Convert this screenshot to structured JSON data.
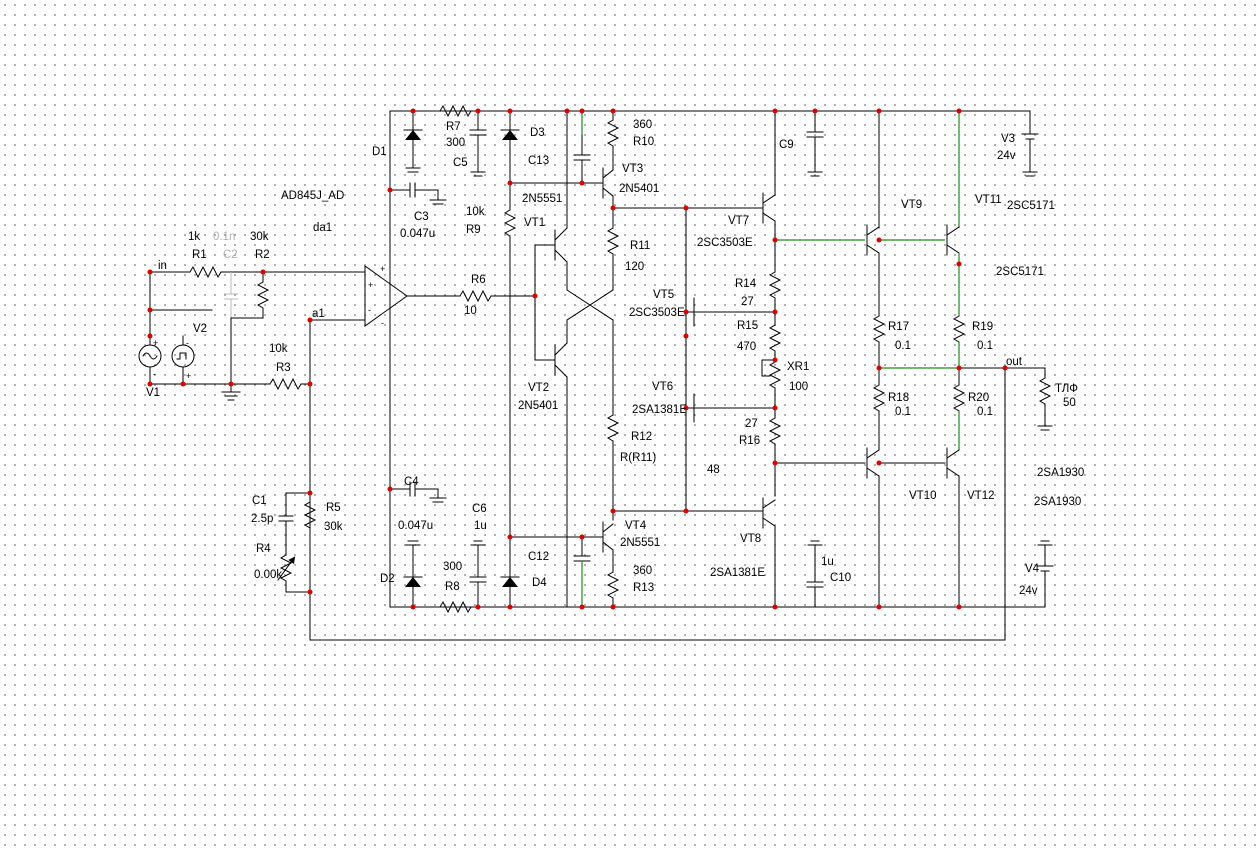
{
  "labels": {
    "opamp_model": "AD845J_AD",
    "opamp_name": "da1",
    "r1_val": "1k",
    "r1": "R1",
    "c2_val": "0.1n",
    "c2": "C2",
    "r2_val": "30k",
    "r2": "R2",
    "in": "in",
    "v2": "V2",
    "v1": "V1",
    "a1": "a1",
    "r3_val": "10k",
    "r3": "R3",
    "r4": "R4",
    "r4_val": "0.00k",
    "c1": "C1",
    "c1_val": "2.5p",
    "r5": "R5",
    "r5_val": "30k",
    "d1": "D1",
    "d2": "D2",
    "d3": "D3",
    "d4": "D4",
    "r7": "R7",
    "r7_val": "300",
    "r8": "R8",
    "r8_val": "300",
    "c3": "C3",
    "c3_val": "0.047u",
    "c4": "C4",
    "c4_val": "0.047u",
    "c5": "C5",
    "c6": "C6",
    "c6_val": "1u",
    "c9": "C9",
    "c10": "C10",
    "c10_val": "1u",
    "c12": "C12",
    "c13": "C13",
    "r6": "R6",
    "r6_val": "10",
    "r9": "R9",
    "r9_val": "10k",
    "vt1": "VT1",
    "vt2": "VT2",
    "vt1_model": "2N5551",
    "vt2_model": "2N5401",
    "vt3": "VT3",
    "vt3_model": "2N5401",
    "vt4": "VT4",
    "vt4_model": "2N5551",
    "r10_val": "360",
    "r10": "R10",
    "r13_val": "360",
    "r13": "R13",
    "r11": "R11",
    "r11_val": "120",
    "r12": "R12",
    "r12_val": "R(R11)",
    "vt5": "VT5",
    "vt5_model": "2SC3503E",
    "vt6": "VT6",
    "vt6_model": "2SA1381E",
    "vt7": "VT7",
    "vt7_model": "2SC3503E",
    "vt8": "VT8",
    "vt8_model": "2SA1381E",
    "r14": "R14",
    "r14_val": "27",
    "r15": "R15",
    "r15_val": "470",
    "r16": "R16",
    "r16_val": "27",
    "xr1": "XR1",
    "xr1_val": "100",
    "n48": "48",
    "vt9": "VT9",
    "vt10": "VT10",
    "vt11": "VT11",
    "vt12": "VT12",
    "vt9_model": "2SC5171",
    "vt11_model": "2SC5171",
    "vt10_model": "2SA1930",
    "vt12_model": "2SA1930",
    "r17": "R17",
    "r17_val": "0.1",
    "r18": "R18",
    "r18_val": "0.1",
    "r19": "R19",
    "r19_val": "0.1",
    "r20": "R20",
    "r20_val": "0.1",
    "out": "out",
    "load": "ТЛФ",
    "load_val": "50",
    "v3": "V3",
    "v3_val": "24v",
    "v4": "V4",
    "v4_val": "24v",
    "plus": "+",
    "minus": "-"
  }
}
